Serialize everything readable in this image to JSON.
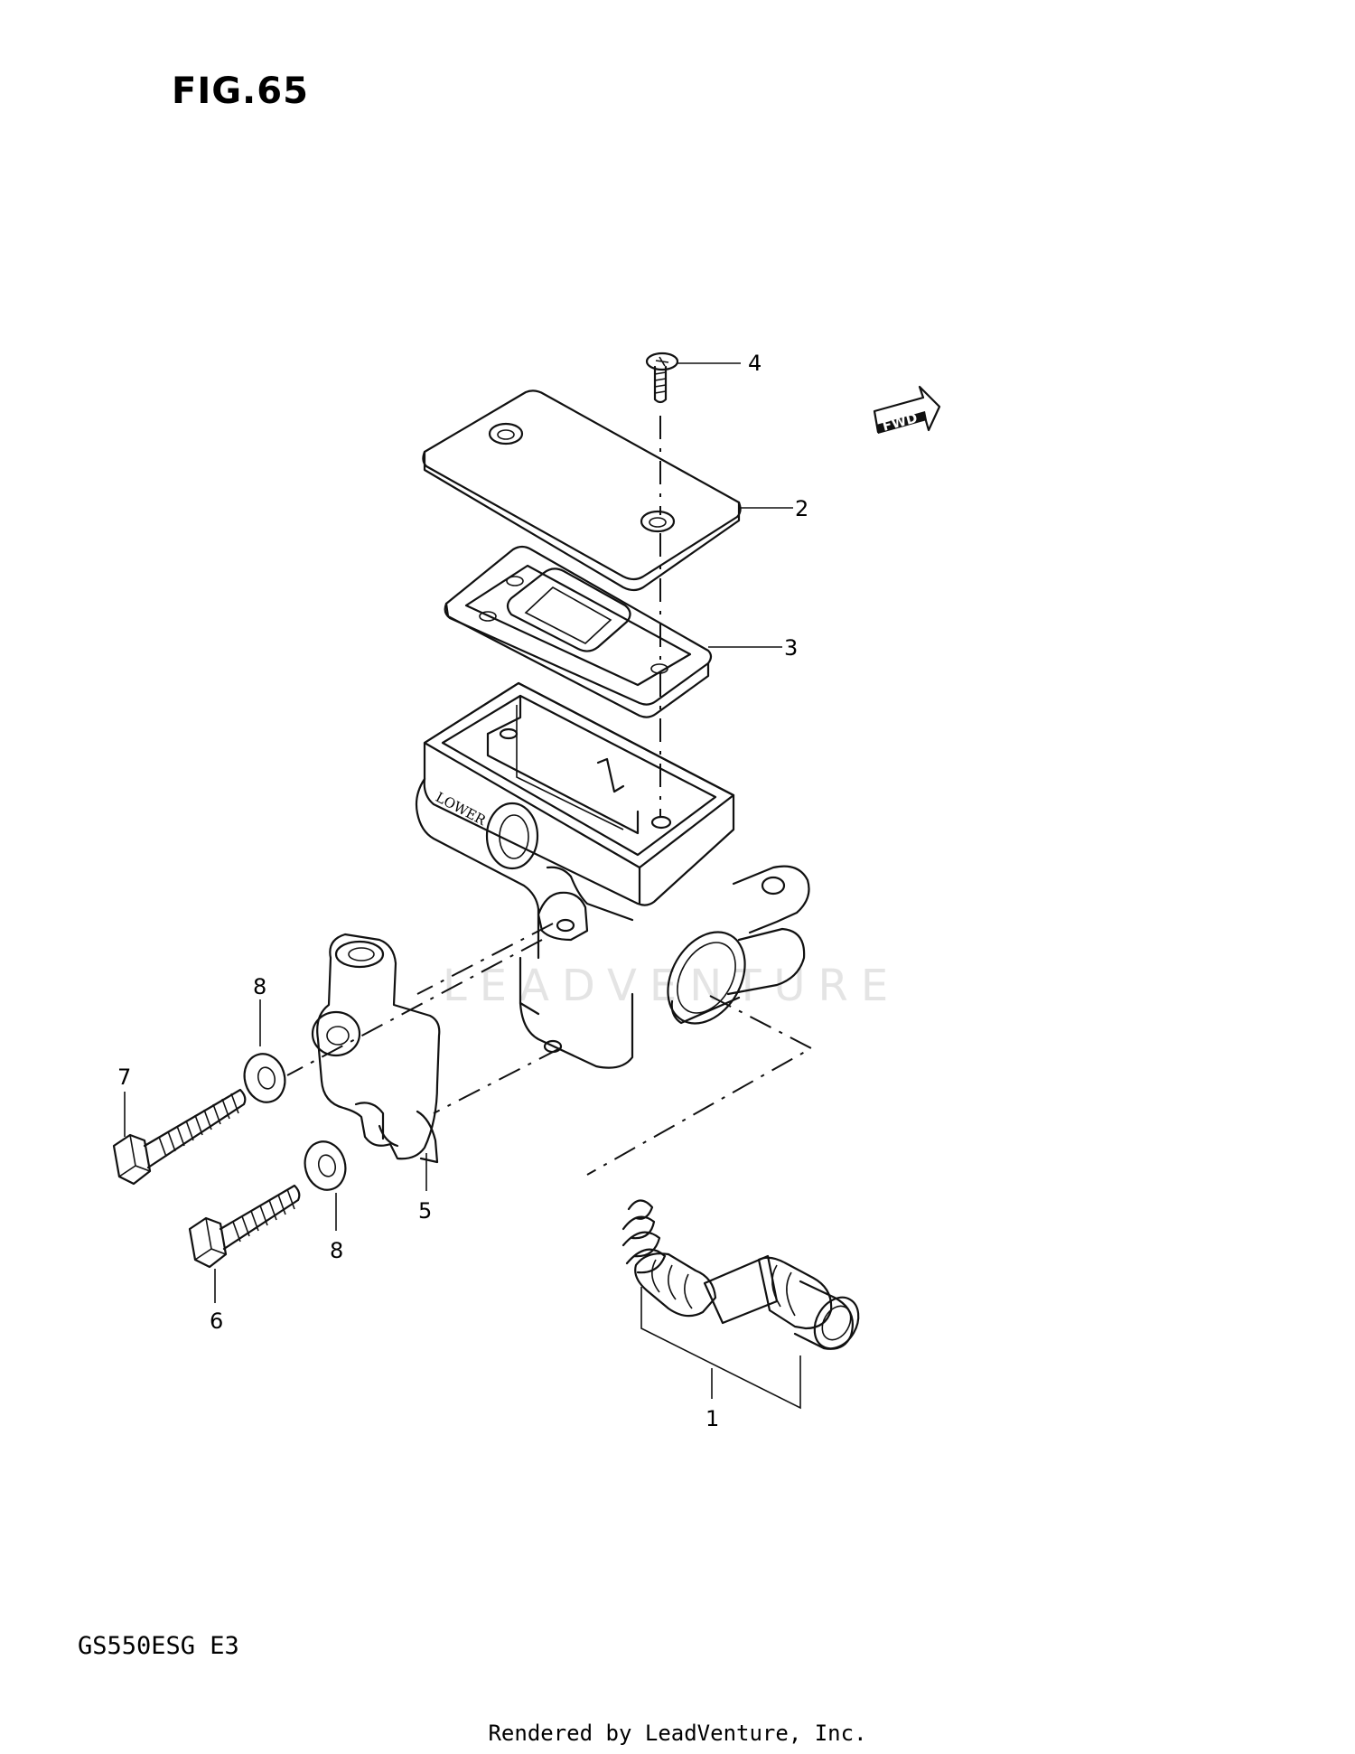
{
  "title": "FIG.65",
  "model_code": "GS550ESG  E3",
  "footer": "Rendered by LeadVenture, Inc.",
  "watermark": "LEADVENTURE",
  "fwd_label": "FWD",
  "body_marking": "LOWER",
  "callouts": {
    "c1": "1",
    "c2": "2",
    "c3": "3",
    "c4": "4",
    "c5": "5",
    "c6": "6",
    "c7": "7",
    "c8a": "8",
    "c8b": "8"
  }
}
